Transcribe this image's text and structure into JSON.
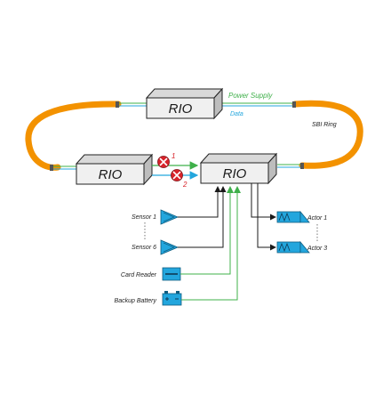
{
  "nodes": {
    "rio_top": "RIO",
    "rio_left": "RIO",
    "rio_right": "RIO"
  },
  "links": {
    "power_supply": "Power Supply",
    "data": "Data",
    "ring": "SBI Ring"
  },
  "faults": {
    "fault_1": "1",
    "fault_2": "2"
  },
  "inputs": {
    "sensor_first": "Sensor 1",
    "sensor_last": "Sensor 6",
    "card_reader": "Card Reader",
    "backup_battery": "Backup Battery"
  },
  "outputs": {
    "actor_first": "Actor 1",
    "actor_last": "Actor 3"
  },
  "colors": {
    "ring": "#f39200",
    "power": "#3fb04a",
    "data": "#23a6dd",
    "fault": "#d8232a",
    "device": "#23a6dd",
    "box_face": "#f0f0f0",
    "box_top": "#d9d9d9",
    "box_side": "#bdbdbd"
  }
}
